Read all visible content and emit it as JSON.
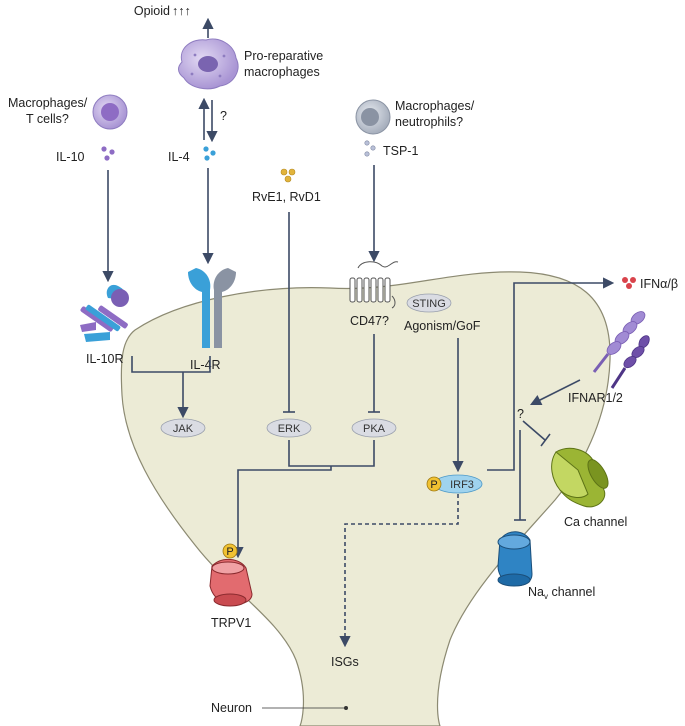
{
  "labels": {
    "opioid": "Opioid",
    "opioid_arrows": "↑↑↑",
    "pro_reparative_1": "Pro-reparative",
    "pro_reparative_2": "macrophages",
    "question_1": "?",
    "macro_t_1": "Macrophages/",
    "macro_t_2": "T cells?",
    "il10": "IL-10",
    "il4": "IL-4",
    "resolvins": "RvE1, RvD1",
    "macro_neut_1": "Macrophages/",
    "macro_neut_2": "neutrophils?",
    "tsp1": "TSP-1",
    "ifn": "IFNα/β",
    "il10r": "IL-10R",
    "il4r": "IL-4R",
    "cd47": "CD47?",
    "sting": "STING",
    "agonism": "Agonism/GoF",
    "ifnar": "IFNAR1/2",
    "question_2": "?",
    "jak": "JAK",
    "erk": "ERK",
    "pka": "PKA",
    "p1": "P",
    "irf3": "IRF3",
    "ca_channel": "Ca channel",
    "p2": "P",
    "trpv1": "TRPV1",
    "nav_main": "Na",
    "nav_sub": "v",
    "nav_rest": " channel",
    "isgs": "ISGs",
    "neuron": "Neuron"
  },
  "colors": {
    "neuron_fill": "#ecebd6",
    "neuron_stroke": "#8c8a72",
    "arrow": "#3c4a66",
    "node_fill": "#dadce3",
    "irf3_fill": "#9fd3ee",
    "phospho": "#f1c232",
    "trpv1": "#e26b6f",
    "nav": "#2f84c4",
    "ca": "#9bb534",
    "receptor_blue": "#3aa0d8",
    "receptor_purple": "#8e6cc4",
    "cell_purple": "#b9a8dc",
    "cell_grey": "#b9c0cc",
    "ifn_red": "#d9434b",
    "resolvin_gold": "#e2b43c"
  },
  "icons": [
    "pro-reparative-macrophage-icon",
    "macrophage-t-cell-icon",
    "macrophage-neutrophil-icon",
    "il10-receptor-icon",
    "il4-receptor-icon",
    "cd47-receptor-icon",
    "ifnar-receptor-icon",
    "trpv1-channel-icon",
    "nav-channel-icon",
    "ca-channel-icon"
  ]
}
